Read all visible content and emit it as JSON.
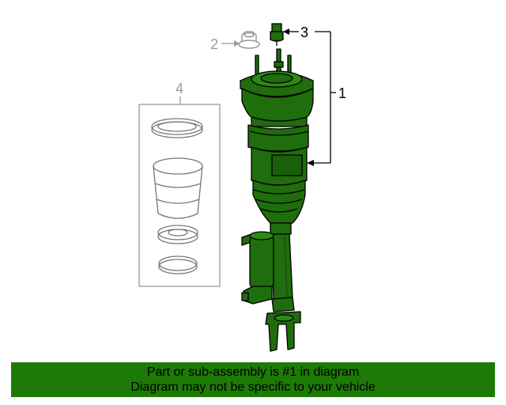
{
  "callouts": {
    "c1": "1",
    "c2": "2",
    "c3": "3",
    "c4": "4"
  },
  "banner": {
    "line1": "Part or sub-assembly is #1 in diagram",
    "line2": "Diagram may not be specific to your vehicle"
  },
  "colors": {
    "part": "#1f6d0c",
    "partDark": "#154d08",
    "highlight": "#3f9a22",
    "grey": "#9a9a9a",
    "banner": "#1d7a06"
  }
}
